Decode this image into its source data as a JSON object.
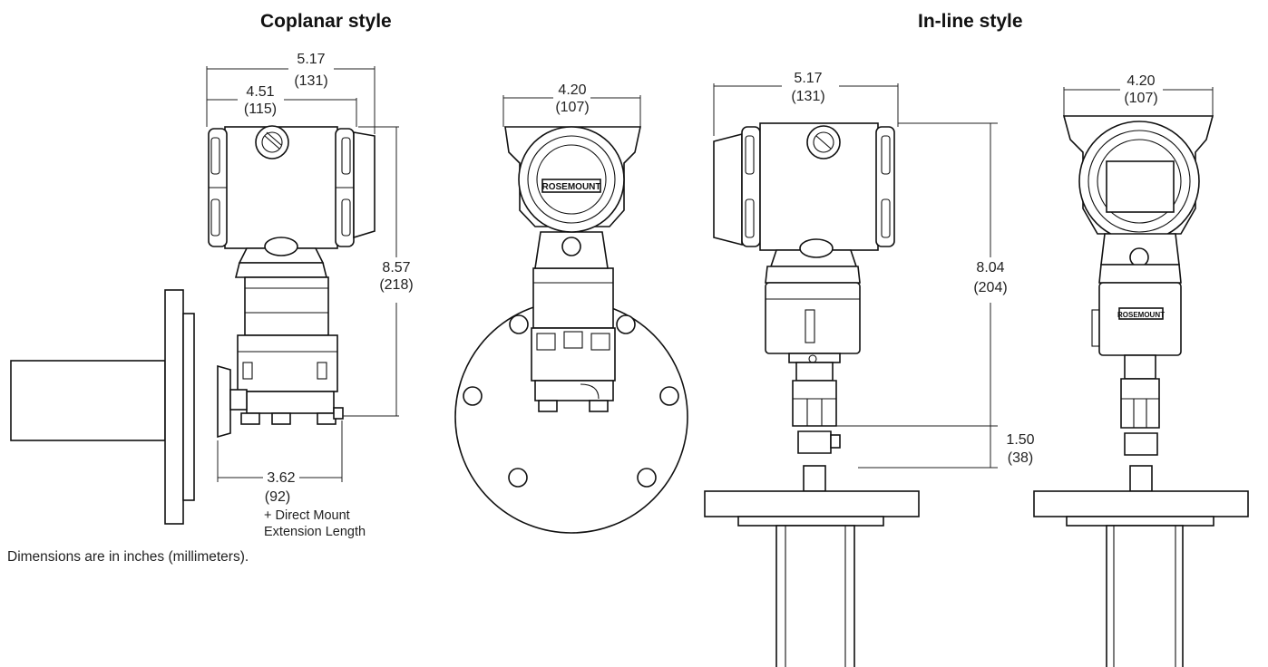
{
  "headings": {
    "coplanar": "Coplanar style",
    "inline": "In-line style"
  },
  "note": "Dimensions are in inches (millimeters).",
  "dimensions": {
    "cop_side_width_in": "5.17",
    "cop_side_width_mm": "(131)",
    "cop_side_inner_in": "4.51",
    "cop_side_inner_mm": "(115)",
    "cop_height_in": "8.57",
    "cop_height_mm": "(218)",
    "cop_ext_in": "3.62",
    "cop_ext_mm": "(92)",
    "cop_ext_note_1": "+ Direct Mount",
    "cop_ext_note_2": "Extension Length",
    "cop_front_width_in": "4.20",
    "cop_front_width_mm": "(107)",
    "inl_side_width_in": "5.17",
    "inl_side_width_mm": "(131)",
    "inl_height_in": "8.04",
    "inl_height_mm": "(204)",
    "inl_lower_in": "1.50",
    "inl_lower_mm": "(38)",
    "inl_front_width_in": "4.20",
    "inl_front_width_mm": "(107)"
  },
  "brand_mark": "ROSEMOUNT"
}
